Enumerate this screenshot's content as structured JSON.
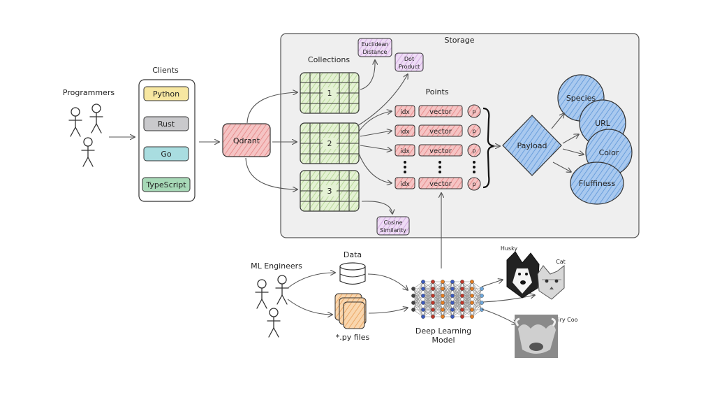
{
  "storage": {
    "title": "Storage"
  },
  "programmers": {
    "label": "Programmers"
  },
  "clients": {
    "title": "Clients",
    "items": [
      {
        "label": "Python",
        "color": "#f7e7a1"
      },
      {
        "label": "Rust",
        "color": "#c9c9cc"
      },
      {
        "label": "Go",
        "color": "#a9dde0"
      },
      {
        "label": "TypeScript",
        "color": "#a7d9b7"
      }
    ]
  },
  "qdrant": {
    "label": "Qdrant",
    "color": "#f0a3a3"
  },
  "collections": {
    "title": "Collections",
    "items": [
      "1",
      "2",
      "3"
    ],
    "color": "#d7ebc1"
  },
  "distances": {
    "euclidean": {
      "line1": "Euclidean",
      "line2": "Distance"
    },
    "dot": {
      "line1": "Dot",
      "line2": "Product"
    },
    "cosine": {
      "line1": "Cosine",
      "line2": "Similarity"
    },
    "color": "#e3c8ee"
  },
  "points": {
    "title": "Points",
    "idx_label": "idx",
    "vector_label": "vector",
    "payload_marker": "p",
    "color": "#f0a3a3"
  },
  "payload": {
    "label": "Payload",
    "color": "#8fb6e6",
    "fields": [
      "Species",
      "URL",
      "Color",
      "Fluffiness"
    ]
  },
  "ml_engineers": {
    "label": "ML Engineers"
  },
  "data": {
    "label": "Data"
  },
  "py_files": {
    "label": "*.py files",
    "color": "#f6c48f"
  },
  "model": {
    "line1": "Deep Learning",
    "line2": "Model"
  },
  "images": {
    "husky": "Husky",
    "cat": "Cat",
    "coo": "Hairy Coo"
  }
}
